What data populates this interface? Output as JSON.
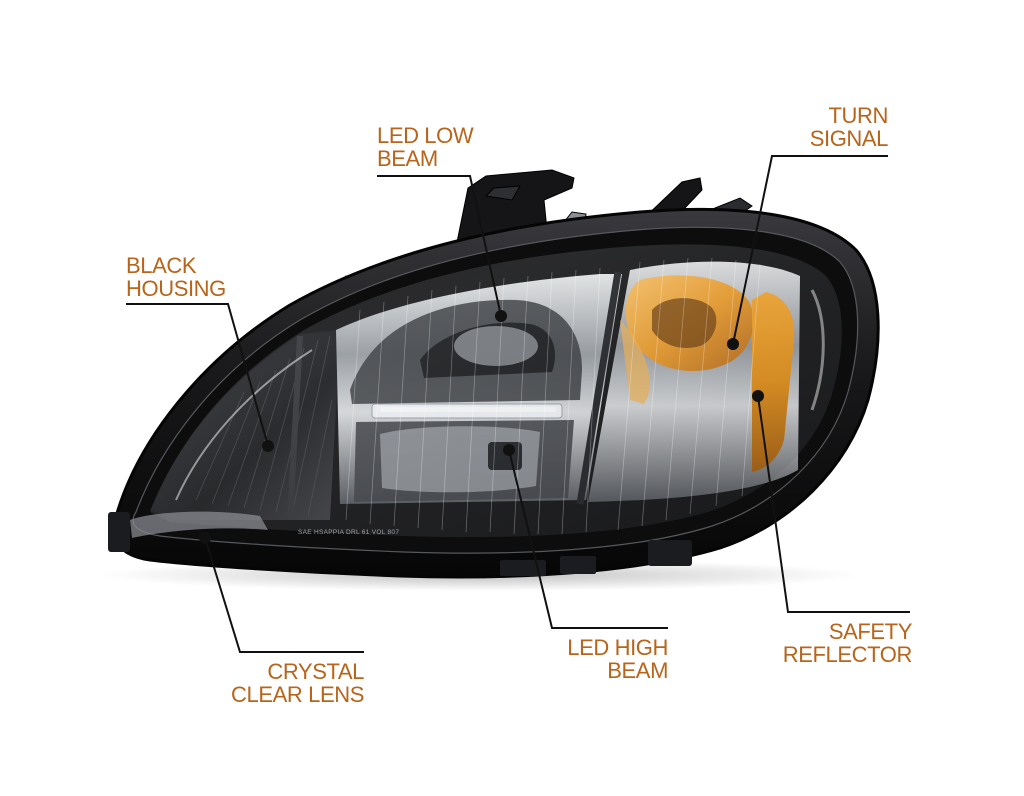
{
  "theme": {
    "label_color": "#b8651b",
    "line_color": "#111111",
    "background": "#ffffff",
    "lens_amber": "#f29a1d",
    "reflector_amber": "#e99516",
    "housing_black": "#1d1d1f"
  },
  "lens_marking": "SAE HSAPPIA DRL 61 VOL 807",
  "callouts": {
    "led_low_beam": "LED LOW\nBEAM",
    "turn_signal": "TURN\nSIGNAL",
    "black_housing": "BLACK\nHOUSING",
    "safety_reflector": "SAFETY\nREFLECTOR",
    "led_high_beam": "LED HIGH\nBEAM",
    "crystal_clear_lens": "CRYSTAL\nCLEAR LENS"
  }
}
